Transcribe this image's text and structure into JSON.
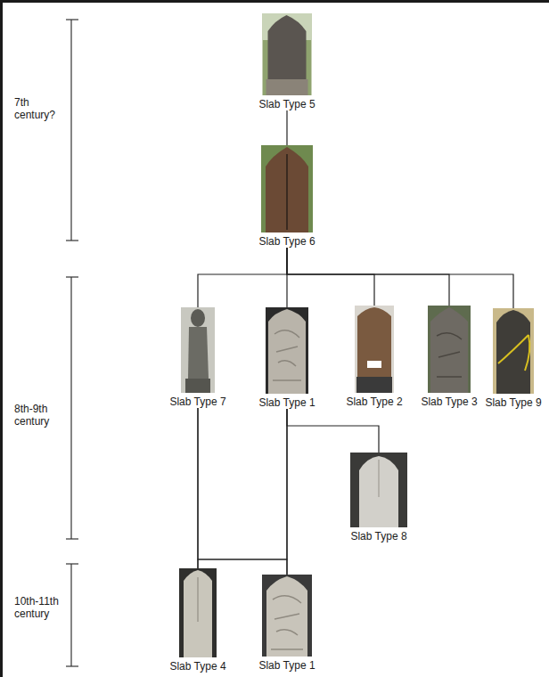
{
  "diagram": {
    "nodes": [
      {
        "text": [
          "Slab Type 5"
        ]
      },
      {
        "text": [
          "Slab Type 6"
        ]
      },
      {
        "text": [
          "Slab Type 7"
        ]
      },
      {
        "text": [
          "Slab Type 1"
        ]
      },
      {
        "text": [
          "Slab Type 2"
        ]
      },
      {
        "text": [
          "Slab Type 3"
        ]
      },
      {
        "text": [
          "Slab Type 9"
        ]
      },
      {
        "text": [
          "Slab Type 8"
        ]
      },
      {
        "text": [
          "Slab Type 4"
        ]
      },
      {
        "text": [
          "Slab Type 1"
        ]
      }
    ],
    "edges": [
      {
        "from": 0,
        "to": 1,
        "arrow": "none"
      },
      {
        "from": 1,
        "to": 2,
        "arrow": "none"
      },
      {
        "from": 1,
        "to": 3,
        "arrow": "none"
      },
      {
        "from": 1,
        "to": 4,
        "arrow": "none"
      },
      {
        "from": 1,
        "to": 5,
        "arrow": "none"
      },
      {
        "from": 1,
        "to": 6,
        "arrow": "none"
      },
      {
        "from": 3,
        "to": 7,
        "arrow": "none"
      },
      {
        "from": 2,
        "to": 8,
        "arrow": "none"
      },
      {
        "from": 2,
        "to": 9,
        "arrow": "none"
      },
      {
        "from": 3,
        "to": 8,
        "arrow": "none"
      },
      {
        "from": 3,
        "to": 9,
        "arrow": "none"
      }
    ],
    "labels": [
      "7th century?",
      "8th-9th century",
      "10th-11th century"
    ]
  }
}
